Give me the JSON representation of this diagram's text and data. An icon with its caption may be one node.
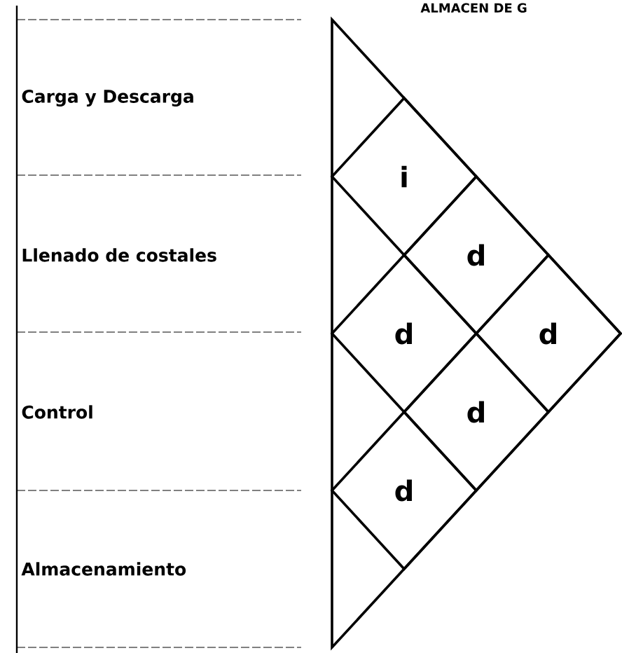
{
  "diagram": {
    "title": "ALMACEN DE G",
    "nodes": [
      {
        "text": [
          "Carga y Descarga"
        ]
      },
      {
        "text": [
          "Llenado de costales"
        ]
      },
      {
        "text": [
          "Control"
        ]
      },
      {
        "text": [
          "Almacenamiento"
        ]
      },
      {
        "text": [
          "i"
        ]
      },
      {
        "text": [
          "d"
        ]
      },
      {
        "text": [
          "d"
        ]
      },
      {
        "text": [
          "d"
        ]
      },
      {
        "text": [
          "d"
        ]
      },
      {
        "text": [
          "d"
        ]
      }
    ]
  }
}
